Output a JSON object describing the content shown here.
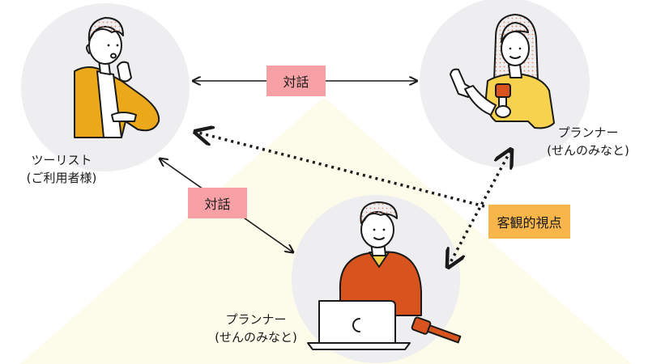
{
  "colors": {
    "background": "#ffffff",
    "triangle": "#fdfbe9",
    "circle": "#eeeef0",
    "arrow": "#1a1a1a",
    "dialogue_tag": "#f7a0a6",
    "objective_tag": "#f7b54a",
    "tourist_jacket": "#eba81a",
    "planner_top_jacket": "#f6d24e",
    "planner_bottom_sweater": "#d9531e",
    "skin": "#ffffff",
    "laptop": "#ffffff",
    "microphone": "#d9531e"
  },
  "nodes": {
    "tourist": {
      "name": "ツーリスト",
      "sub": "(ご利用者様)",
      "icon": "tourist-illustration"
    },
    "planner_top": {
      "name": "プランナー",
      "sub": "(せんのみなと)",
      "icon": "planner-with-microphone-illustration"
    },
    "planner_bottom": {
      "name": "プランナー",
      "sub": "(せんのみなと)",
      "icon": "planner-with-laptop-illustration"
    }
  },
  "edges": {
    "dialogue_top": {
      "label": "対話"
    },
    "dialogue_left": {
      "label": "対話"
    },
    "objective": {
      "label": "客観的視点"
    }
  }
}
